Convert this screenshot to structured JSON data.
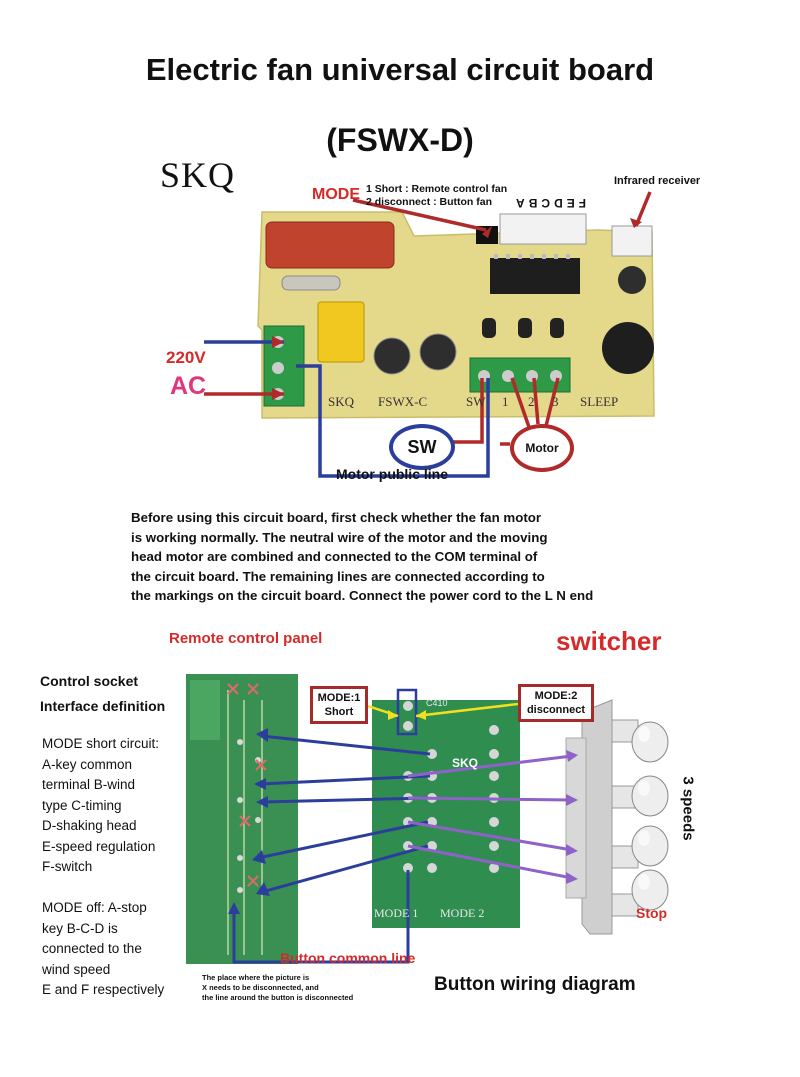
{
  "header": {
    "title": "Electric fan universal circuit board",
    "model": "(FSWX-D)",
    "brand_logo": "SKQ"
  },
  "top_board": {
    "mode_label": "MODE",
    "mode_line_1": "1 Short : Remote control fan",
    "mode_line_2": "2 disconnect : Button fan",
    "infrared_label": "Infrared receiver",
    "voltage_label": "220V",
    "ac_label": "AC",
    "sw_label": "SW",
    "motor_label": "Motor",
    "motor_public_line": "Motor public line",
    "connector_letters": [
      "A",
      "B",
      "C",
      "D",
      "E",
      "F"
    ],
    "board_silk": [
      "SKQ",
      "FSWX-C",
      "SW",
      "1",
      "2",
      "3",
      "SLEEP"
    ]
  },
  "instructions": {
    "line_1": "Before using this circuit board, first check whether the fan motor",
    "line_2": "is working normally. The neutral wire of the motor and the moving",
    "line_3": "head motor are combined and connected to the COM terminal of",
    "line_4": "the circuit board. The remaining lines are connected according to",
    "line_5": "the markings on the circuit board. Connect the power cord to the L N end"
  },
  "bottom_diagram": {
    "remote_title": "Remote control panel",
    "switcher_title": "switcher",
    "control_socket": "Control socket",
    "interface_definition": "Interface definition",
    "mode_short_lines": [
      "MODE short circuit:",
      "A-key common",
      "terminal B-wind",
      "type C-timing",
      "D-shaking head",
      "E-speed regulation",
      "F-switch"
    ],
    "mode_off_lines": [
      "MODE off: A-stop",
      "key B-C-D is",
      "connected to the",
      "wind speed",
      "E and F respectively"
    ],
    "box1_line_1": "MODE:1",
    "box1_line_2": "Short",
    "box2_line_1": "MODE:2",
    "box2_line_2": "disconnect",
    "three_speeds": "3 speeds",
    "stop_label": "Stop",
    "button_common_line": "Button common line",
    "note_1": "The place where the picture is",
    "note_2": "X needs to be disconnected, and",
    "note_3": "the line around the button is disconnected",
    "diagram_title": "Button wiring diagram",
    "pcb_silk": [
      "SKQ",
      "MODE 1",
      "MODE 2",
      "C410"
    ]
  },
  "colors": {
    "accent_red": "#d42a2a",
    "accent_pink": "#e0367e",
    "wire_blue": "#2c3e9c",
    "board_yellow": "#e4d98a",
    "pcb_green": "#2e8a4e"
  }
}
